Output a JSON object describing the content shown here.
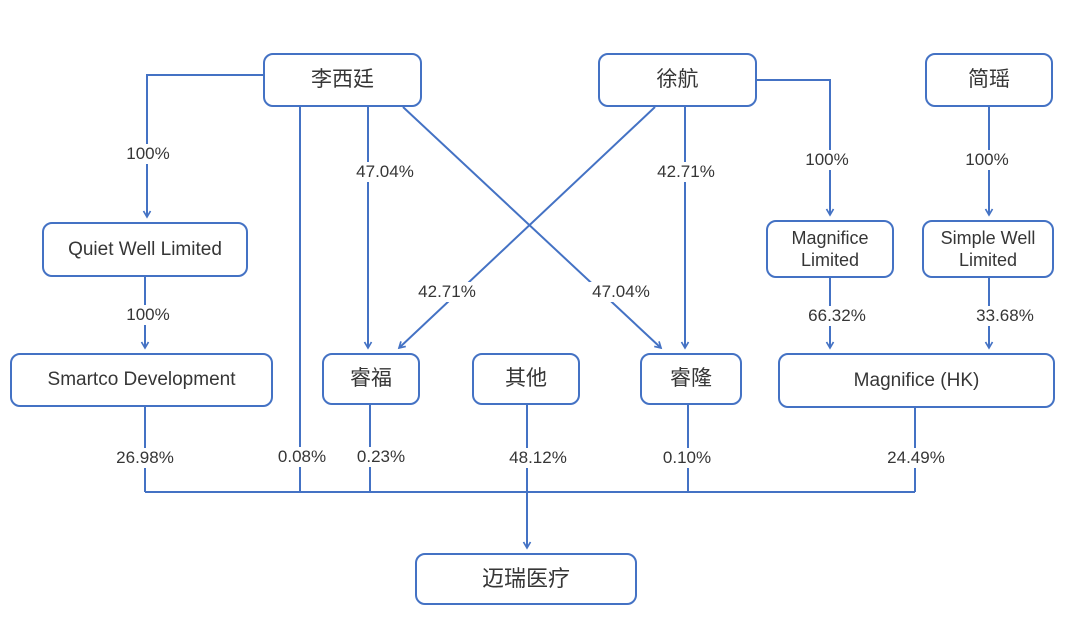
{
  "colors": {
    "line": "#4472c4",
    "box_border": "#4472c4",
    "text": "#363636",
    "background": "#ffffff"
  },
  "nodes": {
    "li_xiting": "李西廷",
    "xu_hang": "徐航",
    "jian_yao": "简瑶",
    "quiet_well": "Quiet Well Limited",
    "magnifice_ltd": "Magnifice Limited",
    "simple_well": "Simple Well Limited",
    "smartco": "Smartco Development",
    "ruifu": "睿福",
    "qita": "其他",
    "ruilong": "睿隆",
    "magnifice_hk": "Magnifice (HK)",
    "mindray": "迈瑞医疗"
  },
  "edges": {
    "li_to_quiet_well": "100%",
    "quiet_well_to_smartco": "100%",
    "li_to_ruifu": "47.04%",
    "xu_to_ruifu": "42.71%",
    "li_to_ruilong": "47.04%",
    "xu_to_ruilong": "42.71%",
    "xu_to_magnifice_ltd": "100%",
    "jian_to_simple_well": "100%",
    "magnifice_ltd_to_hk": "66.32%",
    "simple_well_to_hk": "33.68%",
    "smartco_to_mindray": "26.98%",
    "li_to_mindray": "0.08%",
    "ruifu_to_mindray": "0.23%",
    "qita_to_mindray": "48.12%",
    "ruilong_to_mindray": "0.10%",
    "hk_to_mindray": "24.49%"
  }
}
